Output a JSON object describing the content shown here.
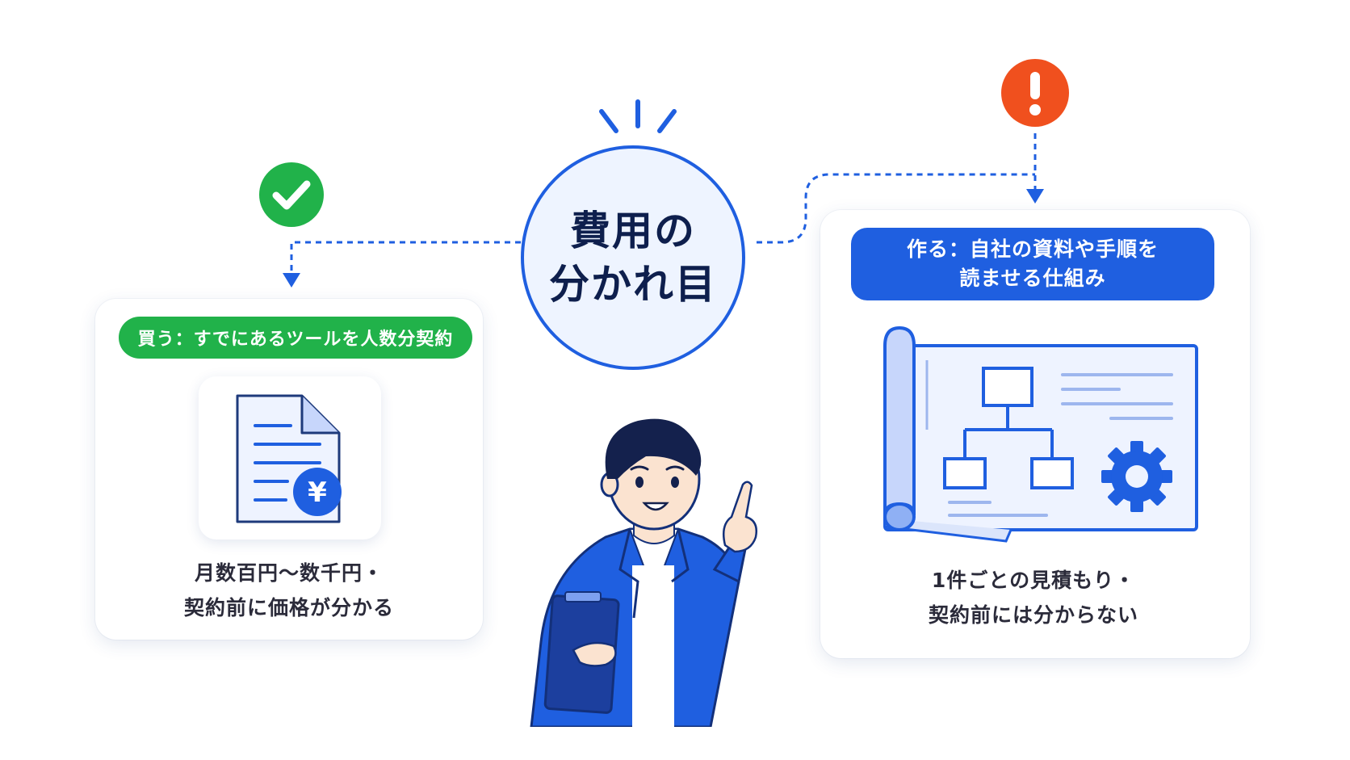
{
  "center": {
    "title_line1": "費用の",
    "title_line2": "分かれ目"
  },
  "buy": {
    "label": "買う：すでにあるツールを人数分契約",
    "description_line1": "月数百円〜数千円・",
    "description_line2": "契約前に価格が分かる",
    "status_icon": "check-circle-icon",
    "illustration_icon": "document-yen-icon",
    "accent_color": "#21b24a"
  },
  "build": {
    "label_line1": "作る：自社の資料や手順を",
    "label_line2": "読ませる仕組み",
    "description_line1": "1件ごとの見積もり・",
    "description_line2": "契約前には分からない",
    "status_icon": "exclamation-circle-icon",
    "illustration_icon": "blueprint-flowchart-icon",
    "accent_color": "#1f5fe0",
    "warning_color": "#f0501e"
  },
  "person": {
    "illustration": "businessman-pointing-illustration"
  },
  "colors": {
    "primary": "#1f5fe0",
    "success": "#21b24a",
    "warning": "#f0501e",
    "text": "#2b2b3a",
    "title": "#0e1f4d"
  }
}
